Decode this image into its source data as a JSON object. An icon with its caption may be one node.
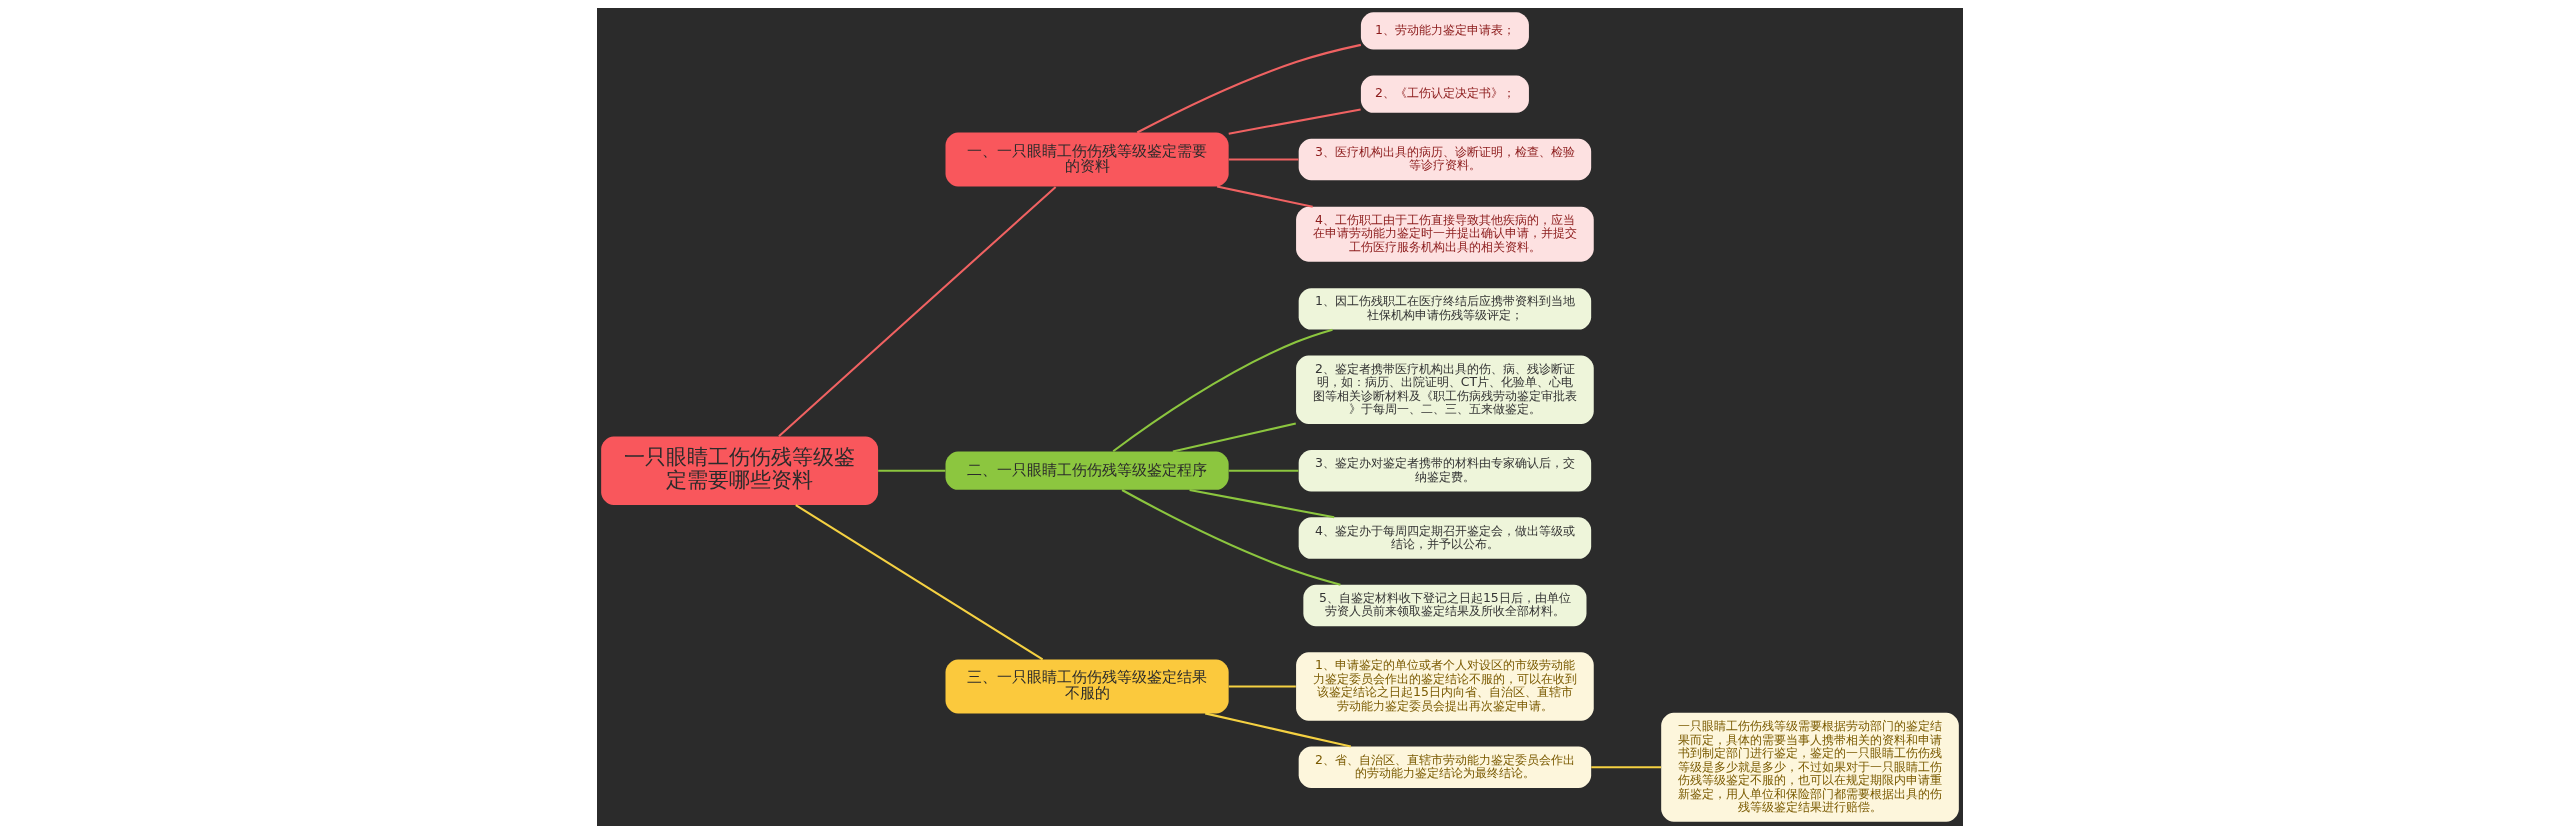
{
  "diagram": {
    "nodes": [
      {
        "text": [
          "一只眼睛工伤伤残等级鉴定需要哪些资料"
        ]
      },
      {
        "text": [
          "一、一只眼睛工伤伤残等级鉴定需要的资料"
        ]
      },
      {
        "text": [
          "1、劳动能力鉴定申请表；"
        ]
      },
      {
        "text": [
          "2、《工伤认定决定书》；"
        ]
      },
      {
        "text": [
          "3、医疗机构出具的病历、诊断证明，检查、检验等诊疗资料。"
        ]
      },
      {
        "text": [
          "4、工伤职工由于工伤直接导致其他疾病的，应当在申请劳动能力鉴定时一并提出确认申请，并提交工伤医疗服务机构出具的相关资料。"
        ]
      },
      {
        "text": [
          "二、一只眼睛工伤伤残等级鉴定程序"
        ]
      },
      {
        "text": [
          "1、因工伤残职工在医疗终结后应携带资料到当地社保机构申请伤残等级评定；"
        ]
      },
      {
        "text": [
          "2、鉴定者携带医疗机构出具的伤、病、残诊断证明，如：病历、出院证明、CT片、化验单、心电图等相关诊断材料及《职工伤病残劳动鉴定审批表》于每周一、二、三、五来做鉴定。"
        ]
      },
      {
        "text": [
          "3、鉴定办对鉴定者携带的材料由专家确认后，交纳鉴定费。"
        ]
      },
      {
        "text": [
          "4、鉴定办于每周四定期召开鉴定会，做出等级或结论，并予以公布。"
        ]
      },
      {
        "text": [
          "5、自鉴定材料收下登记之日起15日后，由单位劳资人员前来领取鉴定结果及所收全部材料。"
        ]
      },
      {
        "text": [
          "三、一只眼睛工伤伤残等级鉴定结果不服的"
        ]
      },
      {
        "text": [
          "1、申请鉴定的单位或者个人对设区的市级劳动能力鉴定委员会作出的鉴定结论不服的，可以在收到该鉴定结论之日起15日内向省、自治区、直辖市劳动能力鉴定委员会提出再次鉴定申请。"
        ]
      },
      {
        "text": [
          "2、省、自治区、直辖市劳动能力鉴定委员会作出的劳动能力鉴定结论为最终结论。"
        ]
      },
      {
        "text": [
          "一只眼睛工伤伤残等级需要根据劳动部门的鉴定结果而定，具体的需要当事人携带相关的资料和申请书到制定部门进行鉴定，鉴定的一只眼睛工伤伤残等级是多少就是多少，不过如果对于一只眼睛工伤伤残等级鉴定不服的，也可以在规定期限内申请重新鉴定，用人单位和保险部门都需要根据出具的伤残等级鉴定结果进行赔偿。"
        ]
      }
    ],
    "edges": [
      {
        "from": 0,
        "to": 1,
        "arrow": "none",
        "color": "#f06262"
      },
      {
        "from": 1,
        "to": 2,
        "arrow": "none",
        "color": "#f06262"
      },
      {
        "from": 1,
        "to": 3,
        "arrow": "none",
        "color": "#f06262"
      },
      {
        "from": 1,
        "to": 4,
        "arrow": "none",
        "color": "#f06262"
      },
      {
        "from": 1,
        "to": 5,
        "arrow": "none",
        "color": "#f06262"
      },
      {
        "from": 0,
        "to": 6,
        "arrow": "none",
        "color": "#8cc63f"
      },
      {
        "from": 6,
        "to": 7,
        "arrow": "none",
        "color": "#8cc63f"
      },
      {
        "from": 6,
        "to": 8,
        "arrow": "none",
        "color": "#8cc63f"
      },
      {
        "from": 6,
        "to": 9,
        "arrow": "none",
        "color": "#8cc63f"
      },
      {
        "from": 6,
        "to": 10,
        "arrow": "none",
        "color": "#8cc63f"
      },
      {
        "from": 6,
        "to": 11,
        "arrow": "none",
        "color": "#8cc63f"
      },
      {
        "from": 0,
        "to": 12,
        "arrow": "none",
        "color": "#f5d142"
      },
      {
        "from": 12,
        "to": 13,
        "arrow": "none",
        "color": "#f5d142"
      },
      {
        "from": 12,
        "to": 14,
        "arrow": "none",
        "color": "#f5d142"
      },
      {
        "from": 14,
        "to": 15,
        "arrow": "none",
        "color": "#f5d142"
      }
    ]
  }
}
